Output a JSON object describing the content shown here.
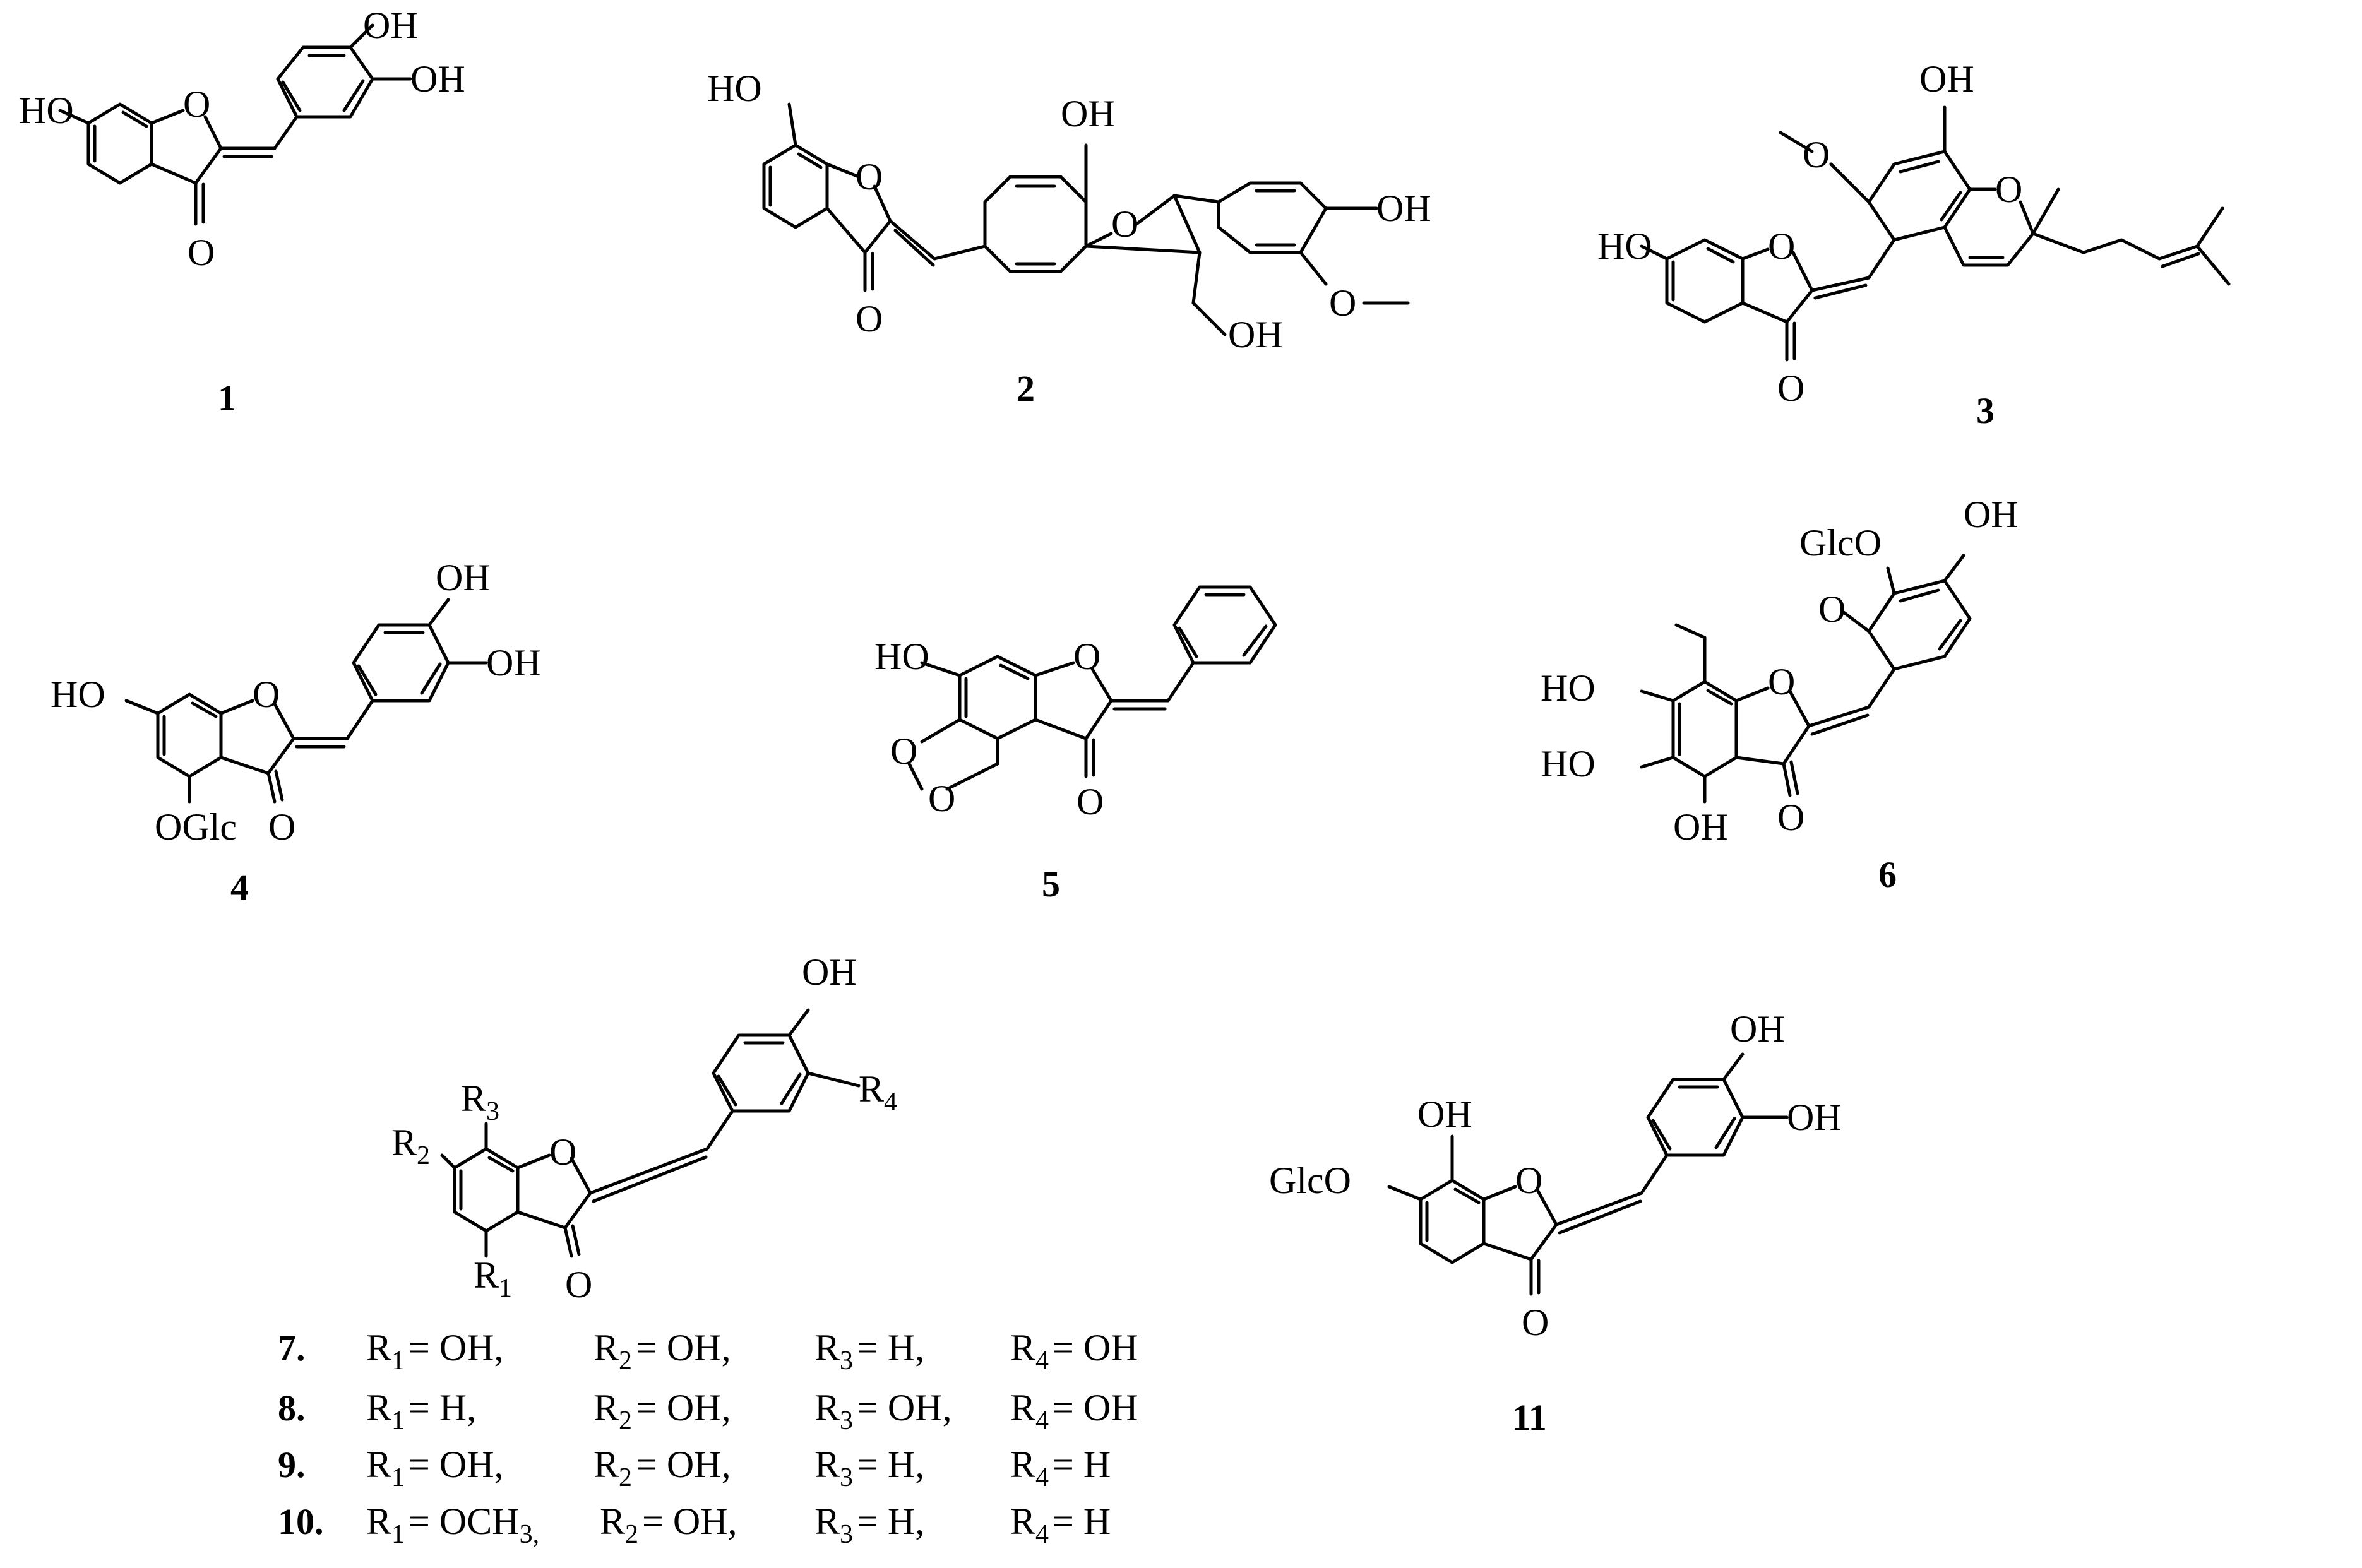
{
  "labels": {
    "oh": "OH",
    "ho": "HO",
    "o": "O",
    "ome": "O",
    "oglc": "OGlc",
    "glco": "GlcO",
    "r": "R"
  },
  "compounds": [
    {
      "id": "1"
    },
    {
      "id": "2"
    },
    {
      "id": "3"
    },
    {
      "id": "4"
    },
    {
      "id": "5"
    },
    {
      "id": "6"
    },
    {
      "id": "11"
    }
  ],
  "r_table": {
    "rows": [
      {
        "num": "7.",
        "r1": "= OH,",
        "r2": "= OH,",
        "r3": "= H,",
        "r4": "= OH"
      },
      {
        "num": "8.",
        "r1": "= H,",
        "r2": "= OH,",
        "r3": "= OH,",
        "r4": "= OH"
      },
      {
        "num": "9.",
        "r1": "= OH,",
        "r2": "= OH,",
        "r3": "= H,",
        "r4": "= H"
      },
      {
        "num": "10.",
        "r1": "= OCH",
        "r1_sub": "3,",
        "r2": "= OH,",
        "r3": "= H,",
        "r4": "= H"
      }
    ]
  }
}
